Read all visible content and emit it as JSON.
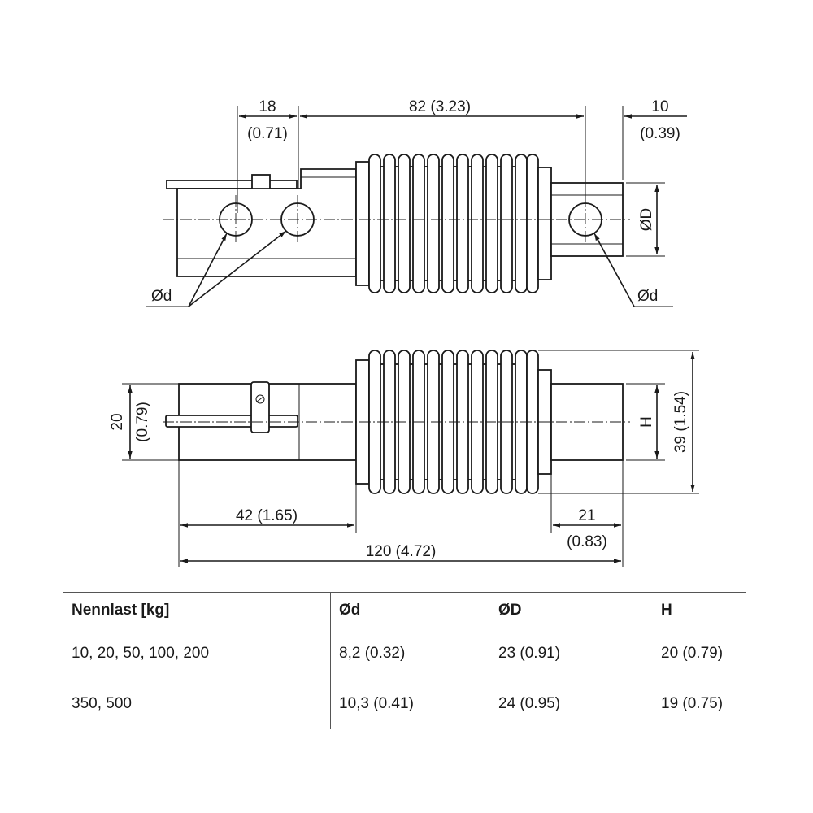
{
  "dims": {
    "d18": "18",
    "d18_in": "(0.71)",
    "d82": "82 (3.23)",
    "d10": "10",
    "d10_in": "(0.39)",
    "dD": "ØD",
    "dd": "Ød",
    "d20": "20",
    "d20_in": "(0.79)",
    "dH": "H",
    "d39": "39 (1.54)",
    "d42": "42 (1.65)",
    "d21": "21",
    "d21_in": "(0.83)",
    "d120": "120 (4.72)"
  },
  "table": {
    "headers": [
      "Nennlast [kg]",
      "Ød",
      "ØD",
      "H"
    ],
    "rows": [
      [
        "10, 20, 50, 100, 200",
        "8,2 (0.32)",
        "23 (0.91)",
        "20 (0.79)"
      ],
      [
        "350, 500",
        "10,3 (0.41)",
        "24 (0.95)",
        "19 (0.75)"
      ]
    ]
  }
}
